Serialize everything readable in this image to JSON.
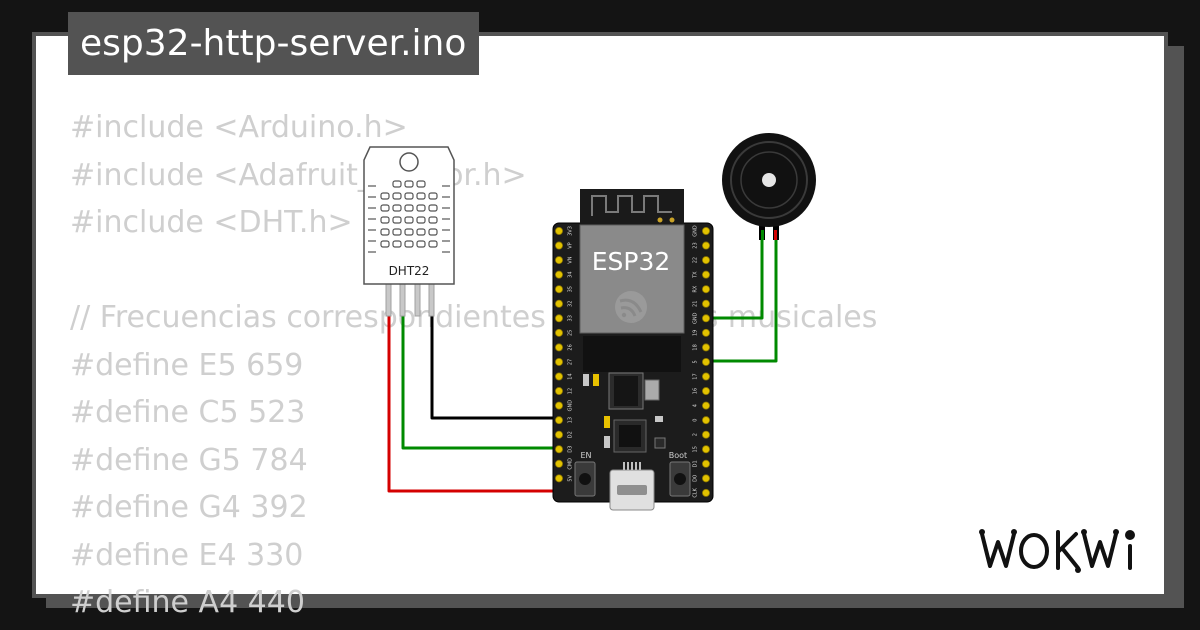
{
  "title": "esp32-http-server.ino",
  "code_lines": [
    "#include <Arduino.h>",
    "#include <Adafruit_Sensor.h>",
    "#include <DHT.h>",
    "",
    "// Frecuencias correspondientes a las notas musicales",
    "#define E5 659",
    "#define C5 523",
    "#define G5 784",
    "#define G4 392",
    "#define E4 330",
    "#define A4 440"
  ],
  "dht": {
    "label": "DHT22"
  },
  "board": {
    "label": "ESP32",
    "en_label": "EN",
    "boot_label": "Boot",
    "left_pins": [
      "3V3",
      "VP",
      "VN",
      "34",
      "35",
      "32",
      "33",
      "25",
      "26",
      "27",
      "14",
      "12",
      "GND",
      "13",
      "D2",
      "D3",
      "CMD",
      "5V"
    ],
    "right_pins": [
      "GND",
      "23",
      "22",
      "TX",
      "RX",
      "21",
      "GND",
      "19",
      "18",
      "5",
      "17",
      "16",
      "4",
      "0",
      "2",
      "15",
      "D1",
      "D0",
      "CLK"
    ]
  },
  "wires": {
    "red": "#d40000",
    "green": "#008a00",
    "black": "#000000"
  },
  "logo": {
    "text": "WOKWi"
  },
  "colors": {
    "background": "#141414",
    "frame": "#535353",
    "code_text": "#cfcfcf"
  }
}
